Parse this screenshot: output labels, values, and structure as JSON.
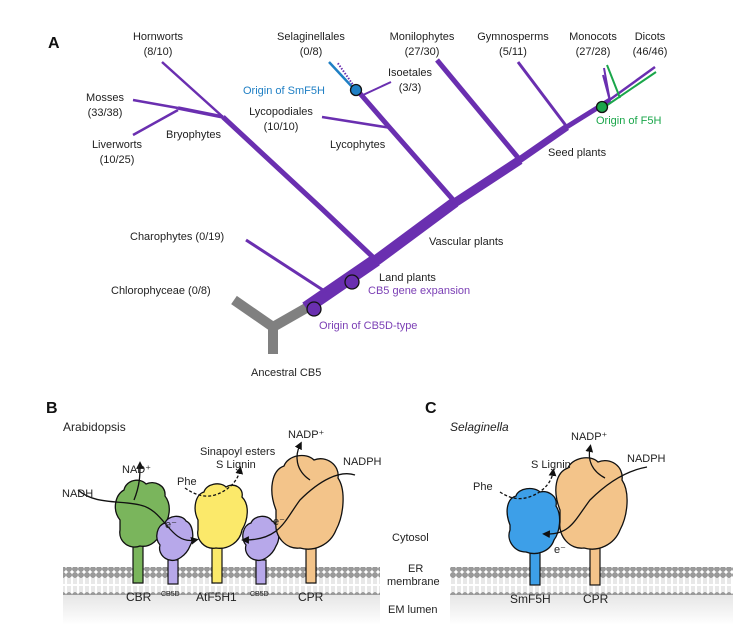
{
  "colors": {
    "purple_branch": "#6a2fb0",
    "gray_branch": "#808080",
    "selaginella_blue": "#1f7fc4",
    "f5h_green": "#1aa64a",
    "cbr_green": "#7ab55c",
    "cb5d_lavender": "#b7a8ea",
    "atf5h_yellow": "#fbe96a",
    "cpr_tan": "#f3c48a",
    "smf5h_blue": "#3d9fe8"
  },
  "panel_a": {
    "label": "A",
    "taxa": [
      {
        "name": "Hornworts",
        "count": "(8/10)"
      },
      {
        "name": "Mosses",
        "count": "(33/38)"
      },
      {
        "name": "Liverworts",
        "count": "(10/25)"
      },
      {
        "name": "Selaginellales",
        "count": "(0/8)"
      },
      {
        "name": "Isoetales",
        "count": "(3/3)"
      },
      {
        "name": "Lycopodiales",
        "count": "(10/10)"
      },
      {
        "name": "Monilophytes",
        "count": "(27/30)"
      },
      {
        "name": "Gymnosperms",
        "count": "(5/11)"
      },
      {
        "name": "Monocots",
        "count": "(27/28)"
      },
      {
        "name": "Dicots",
        "count": "(46/46)"
      },
      {
        "name": "Charophytes (0/19)",
        "count": ""
      },
      {
        "name": "Chlorophyceae (0/8)",
        "count": ""
      }
    ],
    "clades": {
      "bryophytes": "Bryophytes",
      "lycophytes": "Lycophytes",
      "seed_plants": "Seed plants",
      "vascular_plants": "Vascular plants",
      "land_plants": "Land plants",
      "root": "Ancestral CB5"
    },
    "events": {
      "smf5h": "Origin of SmF5H",
      "f5h": "Origin of F5H",
      "expansion": "CB5 gene expansion",
      "cb5d": "Origin of CB5D-type"
    }
  },
  "panel_b": {
    "label": "B",
    "organism": "Arabidopsis",
    "nadh": "NADH",
    "nad_plus": "NAD⁺",
    "phe": "Phe",
    "products_line1": "Sinapoyl esters",
    "products_line2": "S Lignin",
    "nadp_plus": "NADP⁺",
    "nadph": "NADPH",
    "electron": "e⁻",
    "proteins": [
      "CBR",
      "CB5D",
      "AtF5H1",
      "CB5D",
      "CPR"
    ]
  },
  "panel_c": {
    "label": "C",
    "organism": "Selaginella",
    "phe": "Phe",
    "product": "S Lignin",
    "nadp_plus": "NADP⁺",
    "nadph": "NADPH",
    "electron": "e⁻",
    "proteins": [
      "SmF5H",
      "CPR"
    ]
  },
  "compartments": {
    "cytosol": "Cytosol",
    "er_line1": "ER",
    "er_line2": "membrane",
    "lumen": "EM lumen"
  }
}
